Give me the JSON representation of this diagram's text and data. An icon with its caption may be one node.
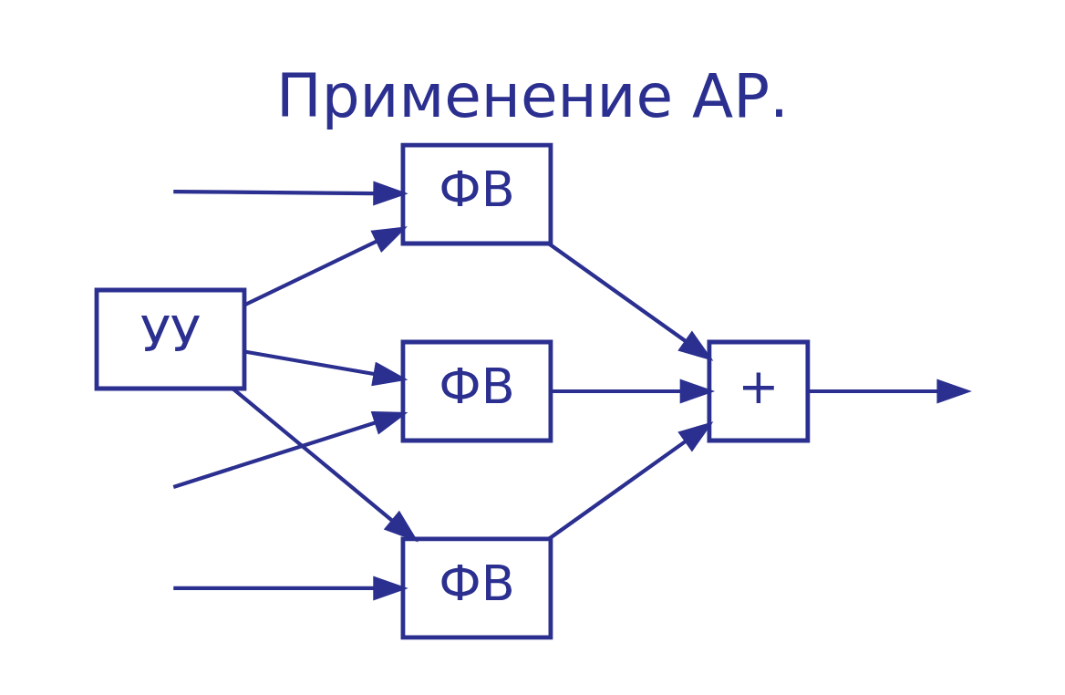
{
  "diagram": {
    "title": "Применение АР.",
    "nodes": [
      {
        "text": [
          "ФВ"
        ]
      },
      {
        "text": [
          "ФВ"
        ]
      },
      {
        "text": [
          "ФВ"
        ]
      },
      {
        "text": [
          "+"
        ]
      },
      {
        "text": [
          "УУ"
        ]
      }
    ],
    "edges": [
      {
        "from": null,
        "to": 0,
        "arrow": "to"
      },
      {
        "from": null,
        "to": 1,
        "arrow": "to"
      },
      {
        "from": null,
        "to": 2,
        "arrow": "to"
      },
      {
        "from": 0,
        "to": 3,
        "arrow": "to"
      },
      {
        "from": 1,
        "to": 3,
        "arrow": "to"
      },
      {
        "from": 2,
        "to": 3,
        "arrow": "to"
      },
      {
        "from": 3,
        "to": null,
        "arrow": "to"
      },
      {
        "from": 4,
        "to": 0,
        "arrow": "to"
      },
      {
        "from": 4,
        "to": 1,
        "arrow": "to"
      },
      {
        "from": 4,
        "to": 2,
        "arrow": "to"
      }
    ]
  }
}
